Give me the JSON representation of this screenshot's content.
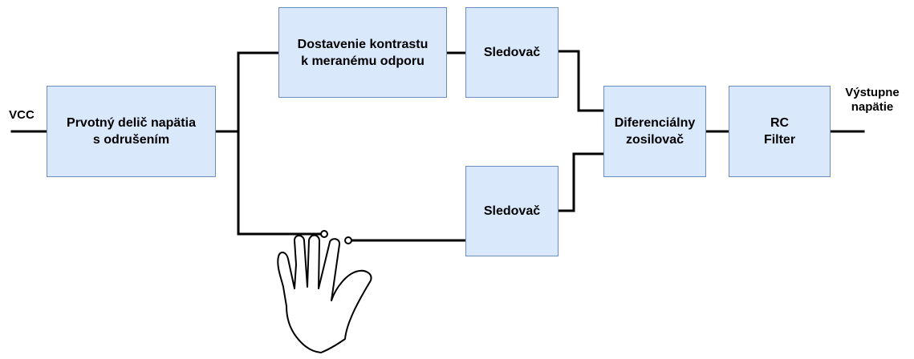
{
  "blocks": {
    "divider": "Prvotný delič napätia\ns odrušením",
    "contrast": "Dostavenie kontrastu\nk meranému odporu",
    "follower_top": "Sledovač",
    "follower_bottom": "Sledovač",
    "diff_amp": "Diferenciálny\nzosilovač",
    "rc_filter": "RC\nFilter"
  },
  "labels": {
    "input": "VCC",
    "output": "Výstupne\nnapätie"
  },
  "colors": {
    "block_fill": "#dae8fc",
    "block_border": "#6c8ebf",
    "wire": "#000000"
  },
  "icons": [
    "hand-icon"
  ]
}
